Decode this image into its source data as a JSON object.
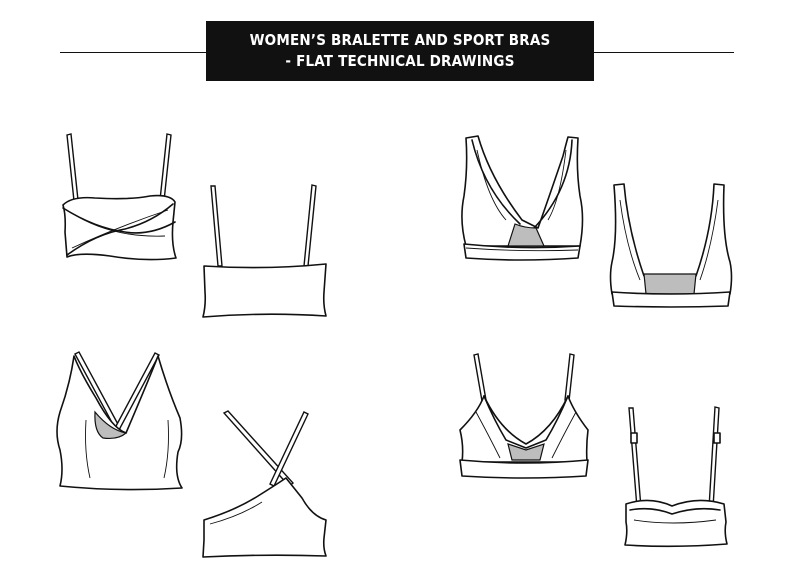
{
  "header": {
    "title_line1": "WOMEN’S BRALETTE AND SPORT BRAS",
    "title_line2": "- FLAT TECHNICAL DRAWINGS"
  },
  "drawings": [
    {
      "name": "bandeau-twist-front"
    },
    {
      "name": "bandeau-back"
    },
    {
      "name": "cross-back-bralette-front"
    },
    {
      "name": "cross-back-bralette-back"
    },
    {
      "name": "plunge-sport-bra-front"
    },
    {
      "name": "scoop-sport-bra-back"
    },
    {
      "name": "triangle-bralette-front"
    },
    {
      "name": "triangle-bralette-back"
    }
  ],
  "colors": {
    "ink": "#111111",
    "mesh": "#bdbdbd",
    "title_bg": "#111111",
    "title_text": "#ffffff"
  }
}
